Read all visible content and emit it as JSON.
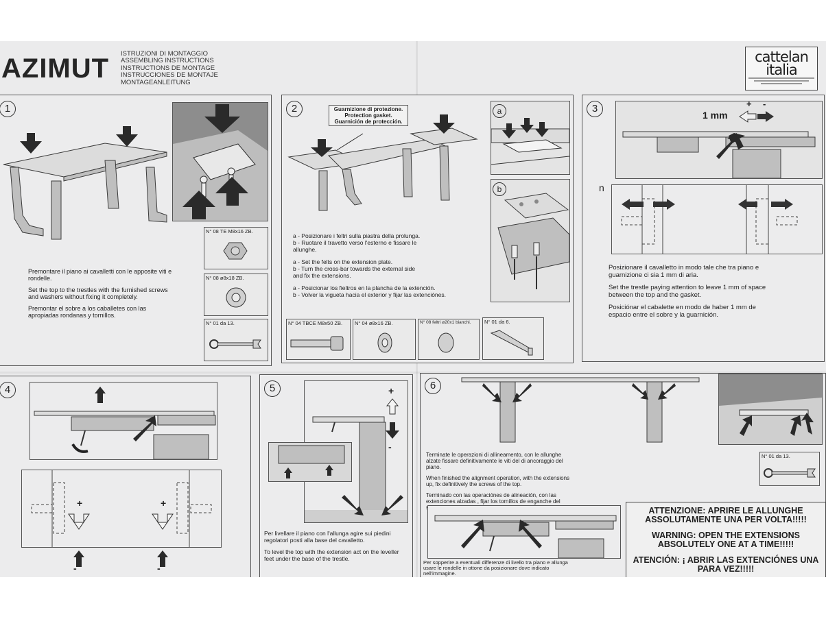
{
  "header": {
    "title": "AZIMUT",
    "subtitles": [
      "ISTRUZIONI DI MONTAGGIO",
      "ASSEMBLING INSTRUCTIONS",
      "INSTRUCTIONS DE MONTAGE",
      "INSTRUCCIONES DE MONTAJE",
      "MONTAGEANLEITUNG"
    ],
    "logo_line1": "cattelan",
    "logo_line2": "italia"
  },
  "step1": {
    "number": "1",
    "text_it": "Premontare il piano ai cavalletti con le apposite viti e rondelle.",
    "text_en": "Set the top to the trestles with the furnished screws and washers without fixing it completely.",
    "text_es": "Premontar el sobre a los caballetes con las apropiadas rondanas y tornillos.",
    "parts": [
      "N° 08 TE M8x16 ZB.",
      "N° 08 ø8x18 ZB.",
      "N° 01 da 13."
    ]
  },
  "step2": {
    "number": "2",
    "gasket_label": [
      "Guarnizione di protezione.",
      "Protection gasket.",
      "Guarnición de protección."
    ],
    "sub_a": "a",
    "sub_b": "b",
    "lines_it": [
      "a - Posizionare i feltri sulla piastra della prolunga.",
      "b - Ruotare il travetto verso l'esterno e fissare le",
      "     allunghe."
    ],
    "lines_en": [
      "a - Set the felts on the extension plate.",
      "b - Turn the cross-bar towards the external side",
      "     and fix the extensions."
    ],
    "lines_es": [
      "a - Posicionar los fieltros en la plancha de la extención.",
      "b - Volver la vigueta hacia el exterior y fijar las extenciónes."
    ],
    "parts": [
      "N° 04 TBCE M8x50 ZB.",
      "N° 04 ø8x16 ZB.",
      "N° 08 feltri ø20x1 bianchi.",
      "N° 01 da 6."
    ]
  },
  "step3": {
    "number": "3",
    "gap_label": "1 mm",
    "plus": "+",
    "minus": "-",
    "side_mark": "n",
    "text_it": "Posizionare il cavalletto in modo tale che tra piano e guarnizione ci sia 1 mm di aria.",
    "text_en": "Set the trestle paying attention to leave 1 mm of space between the top and the gasket.",
    "text_es": "Posiciónar el cabalette en modo de haber 1 mm de espacio entre el sobre y la guarnición."
  },
  "step4": {
    "number": "4",
    "plus": "+",
    "minus": "-"
  },
  "step5": {
    "number": "5",
    "plus": "+",
    "minus": "-",
    "text_it": "Per livellare il piano con l'allunga agire sui piedini regolatori posti alla base del cavalletto.",
    "text_en": "To level the top with the extension act on the leveller feet under the base of the trestle."
  },
  "step6": {
    "number": "6",
    "text_it": "Terminate le operazioni di allineamento, con le allunghe alzate fissare definitivamente le viti del di ancoraggio del piano.",
    "text_en": "When finished the alignment operation, with the extensions up, fix definitively the screws of the top.",
    "text_es": "Terminado con las operaciónes de alineación, con las extenciones alzadas , fijar los tornillos de enganche del sobre.",
    "note_it": "Per sopperire a eventuali differenze di livello tra piano e allunga usare le rondelle in ottone da posizionare dove indicato nell'immagine.",
    "part": "N° 01 da 13."
  },
  "warning": {
    "it": "ATTENZIONE: APRIRE LE ALLUNGHE ASSOLUTAMENTE UNA PER VOLTA!!!!!",
    "en": "WARNING: OPEN THE EXTENSIONS ABSOLUTELY ONE AT A TIME!!!!!",
    "es": "ATENCIÓN: ¡ ABRIR LAS EXTENCIÓNES UNA PARA VEZ!!!!!"
  }
}
